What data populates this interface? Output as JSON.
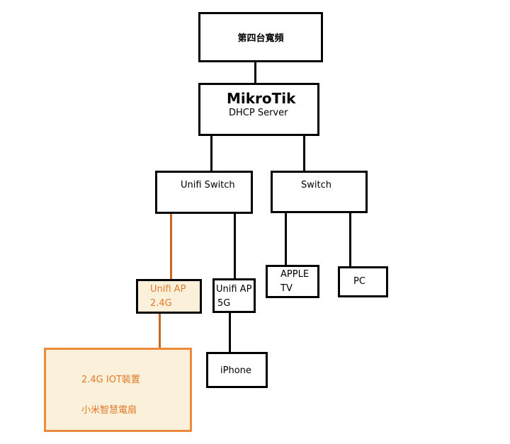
{
  "nodes": {
    "isp": {
      "label": "第四台寬頻"
    },
    "router": {
      "title": "MikroTik",
      "subtitle": "DHCP Server"
    },
    "unifi_switch": {
      "label": "Unifi Switch"
    },
    "switch": {
      "label": "Switch"
    },
    "ap_24": {
      "line1": "Unifi AP",
      "line2": "2.4G"
    },
    "ap_5": {
      "line1": "Unifi AP",
      "line2": "5G"
    },
    "apple_tv": {
      "line1": "APPLE",
      "line2": "TV"
    },
    "pc": {
      "label": "PC"
    },
    "iphone": {
      "label": "iPhone"
    },
    "iot": {
      "line1": "2.4G  IOT裝置",
      "line2": "小米智慧電扇"
    }
  },
  "colors": {
    "link": "#000000",
    "iot_link": "#c8671e",
    "iot_border": "#ea8a3a",
    "iot_fill": "#fbf0da",
    "iot_text": "#e07a2a"
  }
}
